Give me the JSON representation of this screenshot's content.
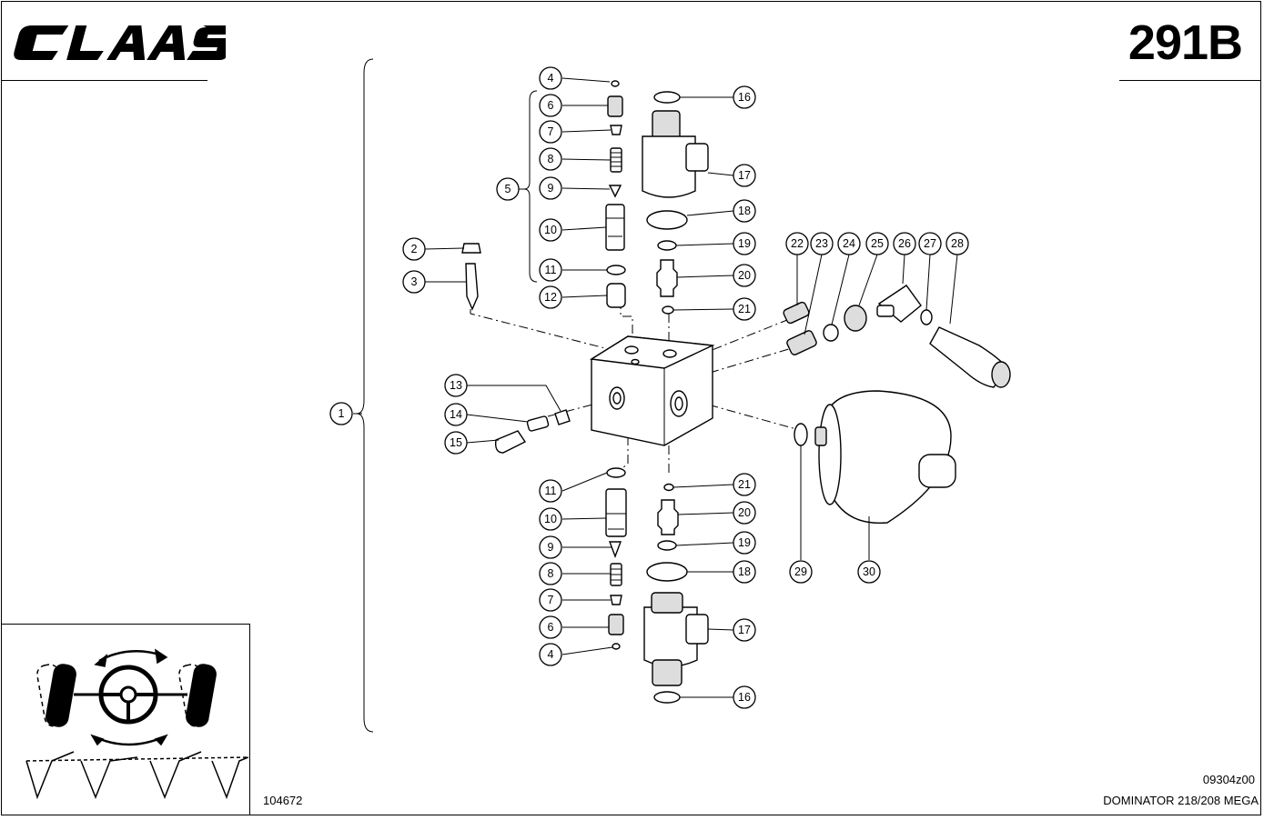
{
  "header": {
    "brand": "CLAAS",
    "page_code": "291B"
  },
  "footer": {
    "ref_number": "104672",
    "drawing_number": "09304z00",
    "model": "DOMINATOR 218/208 MEGA"
  },
  "callouts": [
    "1",
    "2",
    "3",
    "4",
    "5",
    "6",
    "7",
    "8",
    "9",
    "10",
    "11",
    "12",
    "13",
    "14",
    "15",
    "16",
    "17",
    "18",
    "19",
    "20",
    "21",
    "22",
    "23",
    "24",
    "25",
    "26",
    "27",
    "28",
    "29",
    "30"
  ],
  "icons": {
    "logo": "claas-logo-icon",
    "steering": "steering-system-icon"
  }
}
